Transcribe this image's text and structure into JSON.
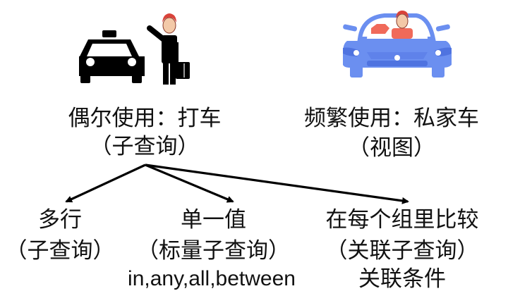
{
  "left_concept": {
    "title": "偶尔使用：打车",
    "subtitle": "（子查询）",
    "icon": "taxi-and-hailing-person"
  },
  "right_concept": {
    "title": "频繁使用：私家车",
    "subtitle": "（视图）",
    "icon": "private-car-with-driver"
  },
  "branches": [
    {
      "title": "多行",
      "subtitle": "（子查询）",
      "note": ""
    },
    {
      "title": "单一值",
      "subtitle": "（标量子查询）",
      "note": "in,any,all,between"
    },
    {
      "title": "在每个组里比较",
      "subtitle": "（关联子查询）",
      "note": "关联条件"
    }
  ],
  "colors": {
    "car_body": "#6b8ff0",
    "car_dark": "#4f73e0",
    "seat": "#f06a5a",
    "text": "#111111"
  }
}
